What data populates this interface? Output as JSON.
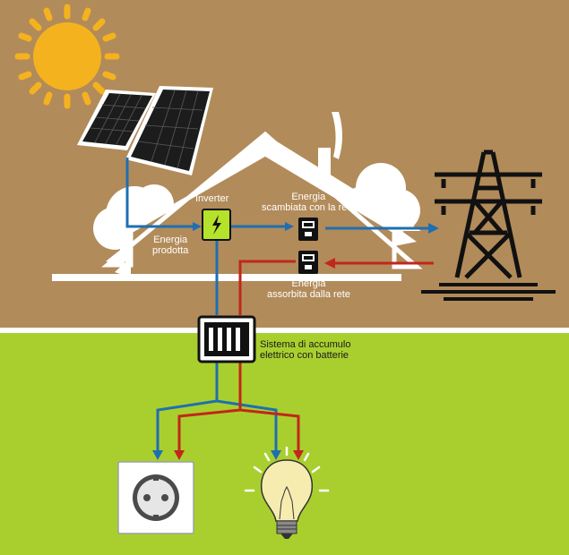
{
  "colors": {
    "sky": "#b28b5a",
    "ground": "#a9cf2e",
    "house": "#ffffff",
    "flow_produced": "#1f6fb0",
    "flow_absorbed": "#c1271a",
    "sun": "#f5b21f",
    "panel": "#1c1c1c",
    "inverter": "#b5e22a"
  },
  "labels": {
    "inverter": "Inverter",
    "energia_prodotta": [
      "Energia",
      "prodotta"
    ],
    "energia_scambiata": [
      "Energia",
      "scambiata con la rete"
    ],
    "energia_assorbita": [
      "Energia",
      "assorbita dalla rete"
    ],
    "sistema_accumulo": [
      "Sistema di accumulo",
      "elettrico con batterie"
    ]
  },
  "icons": [
    "sun-icon",
    "solar-panel-icon",
    "inverter-icon",
    "meter-icon",
    "battery-icon",
    "power-pylon-icon",
    "power-socket-icon",
    "light-bulb-icon"
  ]
}
